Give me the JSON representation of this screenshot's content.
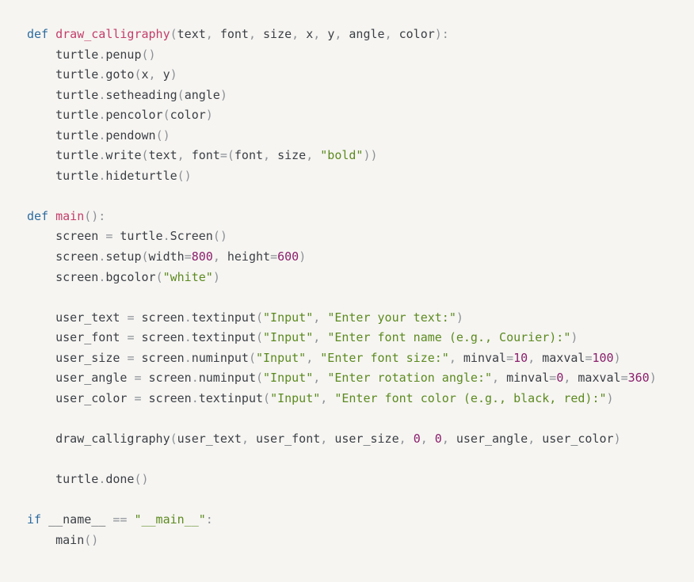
{
  "code": {
    "language": "python",
    "colors": {
      "keyword": "#2d6b9e",
      "function": "#c33d6a",
      "string": "#5c8a1f",
      "number": "#8a1f6b",
      "punctuation": "#8c9196",
      "text": "#3b3f44",
      "background": "#f6f5f2"
    },
    "lines": [
      [
        [
          "kw",
          "def"
        ],
        [
          "t",
          " "
        ],
        [
          "fn",
          "draw_calligraphy"
        ],
        [
          "pn",
          "("
        ],
        [
          "t",
          "text"
        ],
        [
          "pn",
          ", "
        ],
        [
          "t",
          "font"
        ],
        [
          "pn",
          ", "
        ],
        [
          "t",
          "size"
        ],
        [
          "pn",
          ", "
        ],
        [
          "t",
          "x"
        ],
        [
          "pn",
          ", "
        ],
        [
          "t",
          "y"
        ],
        [
          "pn",
          ", "
        ],
        [
          "t",
          "angle"
        ],
        [
          "pn",
          ", "
        ],
        [
          "t",
          "color"
        ],
        [
          "pn",
          "):"
        ]
      ],
      [
        [
          "t",
          "    turtle"
        ],
        [
          "pn",
          "."
        ],
        [
          "t",
          "penup"
        ],
        [
          "pn",
          "()"
        ]
      ],
      [
        [
          "t",
          "    turtle"
        ],
        [
          "pn",
          "."
        ],
        [
          "t",
          "goto"
        ],
        [
          "pn",
          "("
        ],
        [
          "t",
          "x"
        ],
        [
          "pn",
          ", "
        ],
        [
          "t",
          "y"
        ],
        [
          "pn",
          ")"
        ]
      ],
      [
        [
          "t",
          "    turtle"
        ],
        [
          "pn",
          "."
        ],
        [
          "t",
          "setheading"
        ],
        [
          "pn",
          "("
        ],
        [
          "t",
          "angle"
        ],
        [
          "pn",
          ")"
        ]
      ],
      [
        [
          "t",
          "    turtle"
        ],
        [
          "pn",
          "."
        ],
        [
          "t",
          "pencolor"
        ],
        [
          "pn",
          "("
        ],
        [
          "t",
          "color"
        ],
        [
          "pn",
          ")"
        ]
      ],
      [
        [
          "t",
          "    turtle"
        ],
        [
          "pn",
          "."
        ],
        [
          "t",
          "pendown"
        ],
        [
          "pn",
          "()"
        ]
      ],
      [
        [
          "t",
          "    turtle"
        ],
        [
          "pn",
          "."
        ],
        [
          "t",
          "write"
        ],
        [
          "pn",
          "("
        ],
        [
          "t",
          "text"
        ],
        [
          "pn",
          ", "
        ],
        [
          "t",
          "font"
        ],
        [
          "op",
          "="
        ],
        [
          "pn",
          "("
        ],
        [
          "t",
          "font"
        ],
        [
          "pn",
          ", "
        ],
        [
          "t",
          "size"
        ],
        [
          "pn",
          ", "
        ],
        [
          "str",
          "\"bold\""
        ],
        [
          "pn",
          "))"
        ]
      ],
      [
        [
          "t",
          "    turtle"
        ],
        [
          "pn",
          "."
        ],
        [
          "t",
          "hideturtle"
        ],
        [
          "pn",
          "()"
        ]
      ],
      [],
      [
        [
          "kw",
          "def"
        ],
        [
          "t",
          " "
        ],
        [
          "fn",
          "main"
        ],
        [
          "pn",
          "():"
        ]
      ],
      [
        [
          "t",
          "    screen "
        ],
        [
          "op",
          "="
        ],
        [
          "t",
          " turtle"
        ],
        [
          "pn",
          "."
        ],
        [
          "t",
          "Screen"
        ],
        [
          "pn",
          "()"
        ]
      ],
      [
        [
          "t",
          "    screen"
        ],
        [
          "pn",
          "."
        ],
        [
          "t",
          "setup"
        ],
        [
          "pn",
          "("
        ],
        [
          "t",
          "width"
        ],
        [
          "op",
          "="
        ],
        [
          "num",
          "800"
        ],
        [
          "pn",
          ", "
        ],
        [
          "t",
          "height"
        ],
        [
          "op",
          "="
        ],
        [
          "num",
          "600"
        ],
        [
          "pn",
          ")"
        ]
      ],
      [
        [
          "t",
          "    screen"
        ],
        [
          "pn",
          "."
        ],
        [
          "t",
          "bgcolor"
        ],
        [
          "pn",
          "("
        ],
        [
          "str",
          "\"white\""
        ],
        [
          "pn",
          ")"
        ]
      ],
      [],
      [
        [
          "t",
          "    user_text "
        ],
        [
          "op",
          "="
        ],
        [
          "t",
          " screen"
        ],
        [
          "pn",
          "."
        ],
        [
          "t",
          "textinput"
        ],
        [
          "pn",
          "("
        ],
        [
          "str",
          "\"Input\""
        ],
        [
          "pn",
          ", "
        ],
        [
          "str",
          "\"Enter your text:\""
        ],
        [
          "pn",
          ")"
        ]
      ],
      [
        [
          "t",
          "    user_font "
        ],
        [
          "op",
          "="
        ],
        [
          "t",
          " screen"
        ],
        [
          "pn",
          "."
        ],
        [
          "t",
          "textinput"
        ],
        [
          "pn",
          "("
        ],
        [
          "str",
          "\"Input\""
        ],
        [
          "pn",
          ", "
        ],
        [
          "str",
          "\"Enter font name (e.g., Courier):\""
        ],
        [
          "pn",
          ")"
        ]
      ],
      [
        [
          "t",
          "    user_size "
        ],
        [
          "op",
          "="
        ],
        [
          "t",
          " screen"
        ],
        [
          "pn",
          "."
        ],
        [
          "t",
          "numinput"
        ],
        [
          "pn",
          "("
        ],
        [
          "str",
          "\"Input\""
        ],
        [
          "pn",
          ", "
        ],
        [
          "str",
          "\"Enter font size:\""
        ],
        [
          "pn",
          ", "
        ],
        [
          "t",
          "minval"
        ],
        [
          "op",
          "="
        ],
        [
          "num",
          "10"
        ],
        [
          "pn",
          ", "
        ],
        [
          "t",
          "maxval"
        ],
        [
          "op",
          "="
        ],
        [
          "num",
          "100"
        ],
        [
          "pn",
          ")"
        ]
      ],
      [
        [
          "t",
          "    user_angle "
        ],
        [
          "op",
          "="
        ],
        [
          "t",
          " screen"
        ],
        [
          "pn",
          "."
        ],
        [
          "t",
          "numinput"
        ],
        [
          "pn",
          "("
        ],
        [
          "str",
          "\"Input\""
        ],
        [
          "pn",
          ", "
        ],
        [
          "str",
          "\"Enter rotation angle:\""
        ],
        [
          "pn",
          ", "
        ],
        [
          "t",
          "minval"
        ],
        [
          "op",
          "="
        ],
        [
          "num",
          "0"
        ],
        [
          "pn",
          ", "
        ],
        [
          "t",
          "maxval"
        ],
        [
          "op",
          "="
        ],
        [
          "num",
          "360"
        ],
        [
          "pn",
          ")"
        ]
      ],
      [
        [
          "t",
          "    user_color "
        ],
        [
          "op",
          "="
        ],
        [
          "t",
          " screen"
        ],
        [
          "pn",
          "."
        ],
        [
          "t",
          "textinput"
        ],
        [
          "pn",
          "("
        ],
        [
          "str",
          "\"Input\""
        ],
        [
          "pn",
          ", "
        ],
        [
          "str",
          "\"Enter font color (e.g., black, red):\""
        ],
        [
          "pn",
          ")"
        ]
      ],
      [],
      [
        [
          "t",
          "    draw_calligraphy"
        ],
        [
          "pn",
          "("
        ],
        [
          "t",
          "user_text"
        ],
        [
          "pn",
          ", "
        ],
        [
          "t",
          "user_font"
        ],
        [
          "pn",
          ", "
        ],
        [
          "t",
          "user_size"
        ],
        [
          "pn",
          ", "
        ],
        [
          "num",
          "0"
        ],
        [
          "pn",
          ", "
        ],
        [
          "num",
          "0"
        ],
        [
          "pn",
          ", "
        ],
        [
          "t",
          "user_angle"
        ],
        [
          "pn",
          ", "
        ],
        [
          "t",
          "user_color"
        ],
        [
          "pn",
          ")"
        ]
      ],
      [],
      [
        [
          "t",
          "    turtle"
        ],
        [
          "pn",
          "."
        ],
        [
          "t",
          "done"
        ],
        [
          "pn",
          "()"
        ]
      ],
      [],
      [
        [
          "kw",
          "if"
        ],
        [
          "t",
          " __name__ "
        ],
        [
          "op",
          "=="
        ],
        [
          "t",
          " "
        ],
        [
          "str",
          "\"__main__\""
        ],
        [
          "pn",
          ":"
        ]
      ],
      [
        [
          "t",
          "    main"
        ],
        [
          "pn",
          "()"
        ]
      ]
    ]
  }
}
